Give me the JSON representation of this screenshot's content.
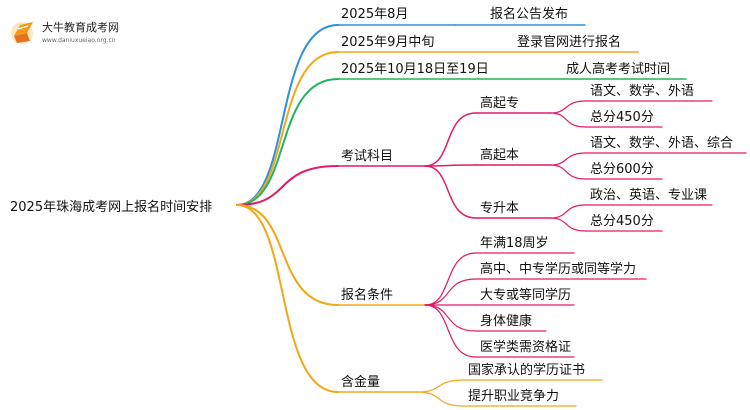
{
  "logo": {
    "title": "大牛教育成考网",
    "url": "www.daniuxueiao.org.cn"
  },
  "root": "2025年珠海成考网上报名时间安排",
  "colors": {
    "blue": "#2f8fde",
    "gold": "#f0a818",
    "green": "#22b35e",
    "pink": "#e3196a"
  },
  "branches": [
    {
      "label": "2025年8月",
      "desc": "报名公告发布"
    },
    {
      "label": "2025年9月中旬",
      "desc": "登录官网进行报名"
    },
    {
      "label": "2025年10月18日至19日",
      "desc": "成人高考考试时间"
    },
    {
      "label": "考试科目",
      "groups": [
        {
          "label": "高起专",
          "items": [
            "语文、数学、外语",
            "总分450分"
          ]
        },
        {
          "label": "高起本",
          "items": [
            "语文、数学、外语、综合",
            "总分600分"
          ]
        },
        {
          "label": "专升本",
          "items": [
            "政治、英语、专业课",
            "总分450分"
          ]
        }
      ]
    },
    {
      "label": "报名条件",
      "items": [
        "年满18周岁",
        "高中、中专学历或同等学力",
        "大专或等同学历",
        "身体健康",
        "医学类需资格证"
      ]
    },
    {
      "label": "含金量",
      "items": [
        "国家承认的学历证书",
        "提升职业竞争力"
      ]
    }
  ]
}
